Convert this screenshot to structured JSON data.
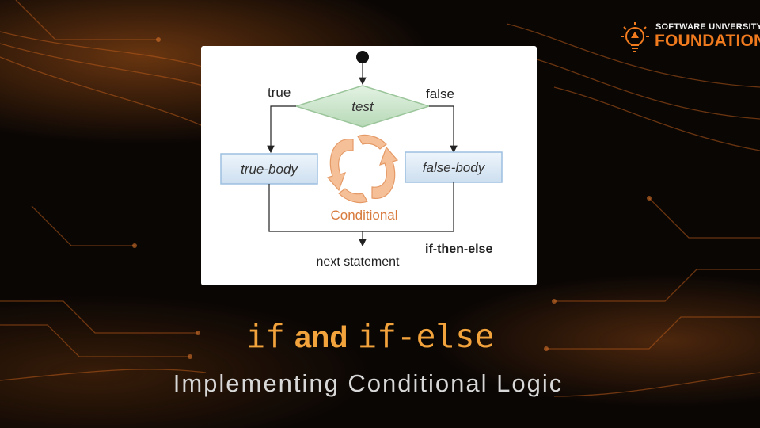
{
  "logo": {
    "line1": "SOFTWARE UNIVERSITY",
    "line2": "FOUNDATION",
    "icon": "lightbulb-icon",
    "accent_color": "#f07a1e"
  },
  "diagram": {
    "decision": "test",
    "true_label": "true",
    "false_label": "false",
    "true_body": "true-body",
    "false_body": "false-body",
    "center_label": "Conditional",
    "next": "next statement",
    "construct": "if-then-else",
    "icons": [
      "start-node-icon",
      "circular-arrows-icon"
    ],
    "colors": {
      "decision_fill": "#c5e3c5",
      "body_fill": "#dbe9f6",
      "arrows": "#f3b488",
      "center_text": "#d77a3c"
    }
  },
  "title": {
    "part1": "if",
    "part2": "and",
    "part3": "if-else",
    "color": "#f3a33c"
  },
  "subtitle": "Implementing Conditional Logic"
}
